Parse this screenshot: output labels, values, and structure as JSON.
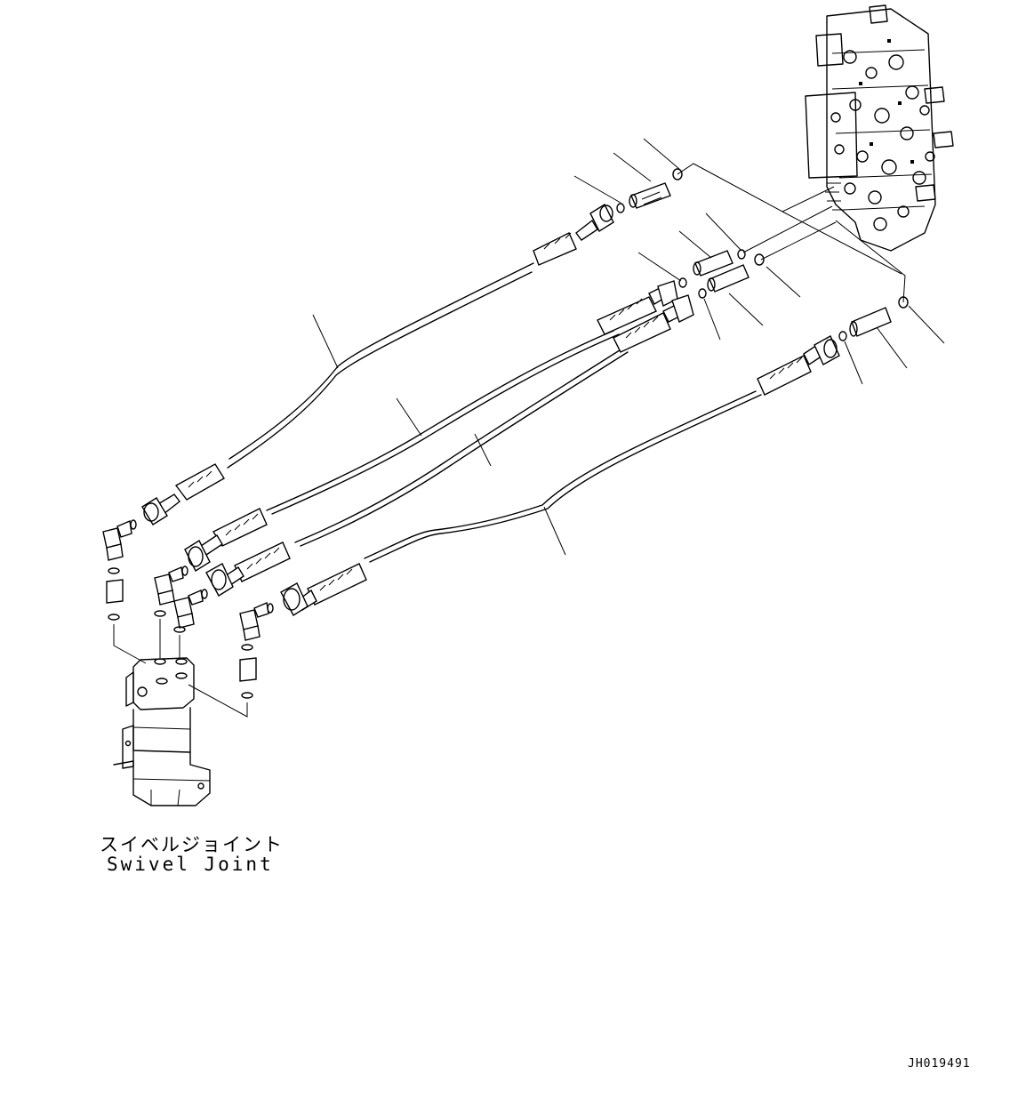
{
  "labels": {
    "swivel_joint_jp": "スイベルジョイント",
    "swivel_joint_en": "Swivel Joint",
    "drawing_code": "JH019491"
  },
  "parts": [
    {
      "name": "control-valve",
      "icon": "control-valve-icon"
    },
    {
      "name": "swivel-joint",
      "icon": "swivel-joint-icon"
    },
    {
      "name": "hose",
      "count": 4
    },
    {
      "name": "connector",
      "count": 4
    },
    {
      "name": "o-ring",
      "count": 8
    }
  ],
  "colors": {
    "line": "#000000",
    "background": "#ffffff"
  }
}
